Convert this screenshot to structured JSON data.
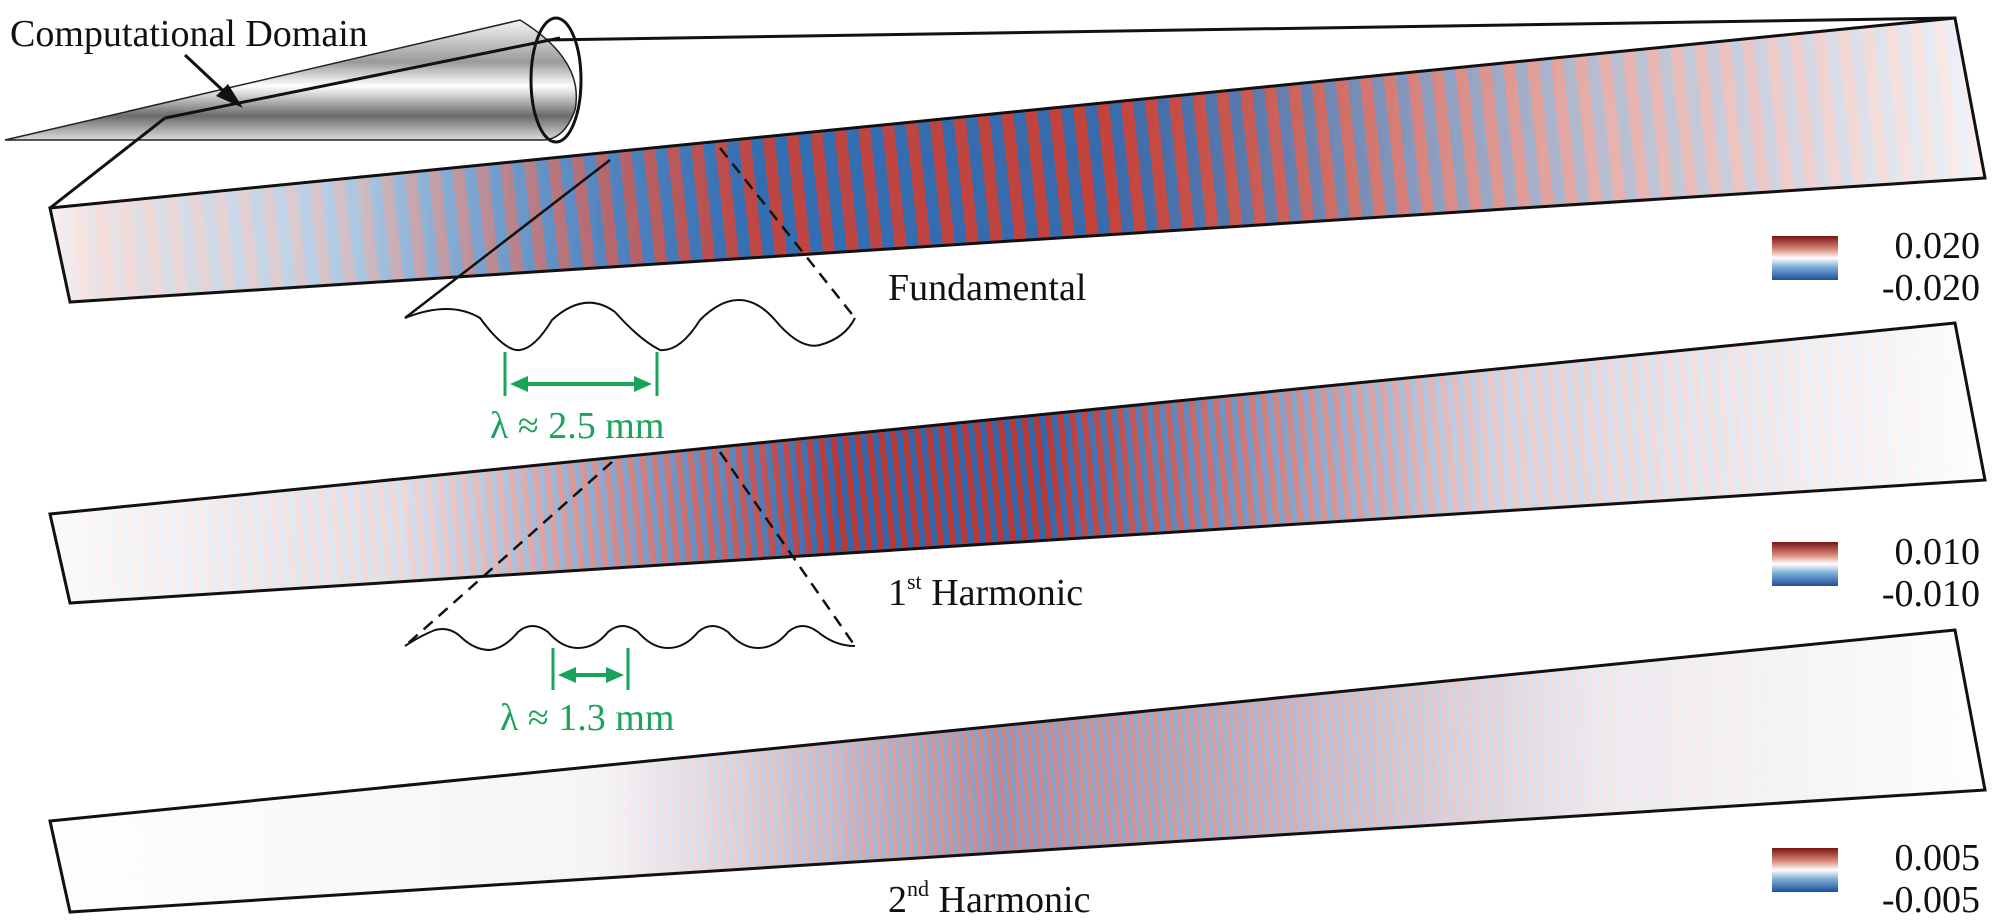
{
  "cone": {
    "label": "Computational Domain"
  },
  "panels": [
    {
      "id": "fundamental",
      "title_prefix": "",
      "title_sup": "",
      "title_suffix": "Fundamental",
      "cmax": "0.020",
      "cmin": "-0.020",
      "wavelength_label": "λ ≈ 2.5 mm"
    },
    {
      "id": "harmonic1",
      "title_prefix": "1",
      "title_sup": "st",
      "title_suffix": " Harmonic",
      "cmax": "0.010",
      "cmin": "-0.010",
      "wavelength_label": "λ ≈ 1.3 mm"
    },
    {
      "id": "harmonic2",
      "title_prefix": "2",
      "title_sup": "nd",
      "title_suffix": " Harmonic",
      "cmax": "0.005",
      "cmin": "-0.005",
      "wavelength_label": ""
    }
  ],
  "colors": {
    "positive": "#8b1a1a",
    "negative": "#1f5fa8",
    "annotation": "#1aa35a",
    "outline": "#111111"
  }
}
